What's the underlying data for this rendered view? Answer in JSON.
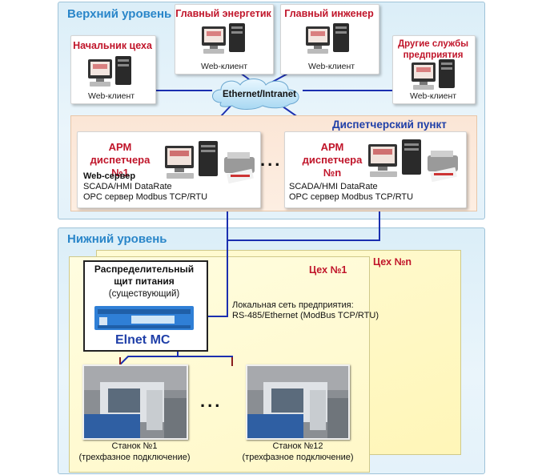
{
  "upper_level": {
    "title": "Верхний уровень",
    "clients": [
      {
        "role": "Начальник цеха",
        "label": "Web-клиент"
      },
      {
        "role": "Главный энергетик",
        "label": "Web-клиент"
      },
      {
        "role": "Главный инженер",
        "label": "Web-клиент"
      },
      {
        "role": "Другие службы предприятия",
        "label": "Web-клиент"
      }
    ],
    "network": "Ethernet/Intranet"
  },
  "dispatch": {
    "title": "Диспетчерский пункт",
    "arm1": {
      "title": "АРМ диспетчера №1",
      "web_server": "Web-сервер",
      "scada": "SCADA/HMI DataRate",
      "opc": "OPC сервер Modbus TCP/RTU"
    },
    "armN": {
      "title": "АРМ диспетчера №n",
      "scada": "SCADA/HMI DataRate",
      "opc": "OPC сервер Modbus TCP/RTU"
    },
    "ellipsis": "..."
  },
  "lower_level": {
    "title": "Нижний уровень",
    "workshop_n": "Цех №n",
    "workshop_1": "Цех №1",
    "panel": {
      "title": "Распределительный щит питания",
      "subtitle": "(существующий)",
      "device": "Elnet MC"
    },
    "local_network": "Локальная сеть предприятия:",
    "local_network_protocol": "RS-485/Ethernet (ModBus TCP/RTU)",
    "machines": [
      {
        "name": "Станок №1",
        "note": "(трехфазное подключение)"
      },
      {
        "name": "Станок №12",
        "note": "(трехфазное подключение)"
      }
    ],
    "ellipsis": "..."
  },
  "colors": {
    "network_line": "#1b2fb0",
    "level_fill": "#e4f2fa",
    "dispatch_fill": "#fbe6d6",
    "workshop_fill": "#fff8c0",
    "role_text": "#c0152a"
  }
}
